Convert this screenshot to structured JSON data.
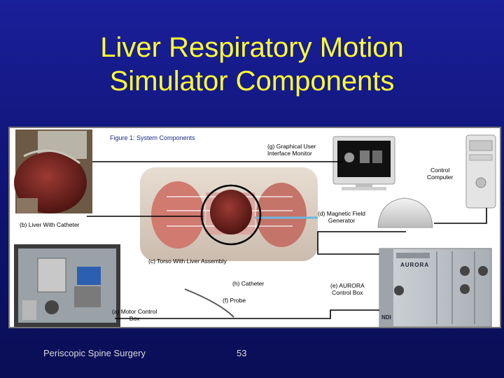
{
  "slide": {
    "title_line1": "Liver Respiratory Motion",
    "title_line2": "Simulator Components",
    "footer_left": "Periscopic Spine Surgery",
    "page_number": "53"
  },
  "figure": {
    "caption": "Figure 1: System Components",
    "labels": {
      "monitor_l1": "(g) Graphical User",
      "monitor_l2": "Interface Monitor",
      "computer_l1": "Control",
      "computer_l2": "Computer",
      "field_gen_l1": "(d) Magnetic Field",
      "field_gen_l2": "Generator",
      "liver": "(b) Liver With Catheter",
      "torso": "(c) Torso With Liver Assembly",
      "catheter": "(h) Catheter",
      "probe": "(f) Probe",
      "aurora_l1": "(e) AURORA",
      "aurora_l2": "Control Box",
      "motor_l1": "(a) Motor Control",
      "motor_l2": "Box",
      "aurora_brand": "AURORA",
      "ndi_brand": "NDI"
    }
  },
  "colors": {
    "title": "#ffff33",
    "background": "#101577",
    "footer_text": "#d9d9d9"
  }
}
